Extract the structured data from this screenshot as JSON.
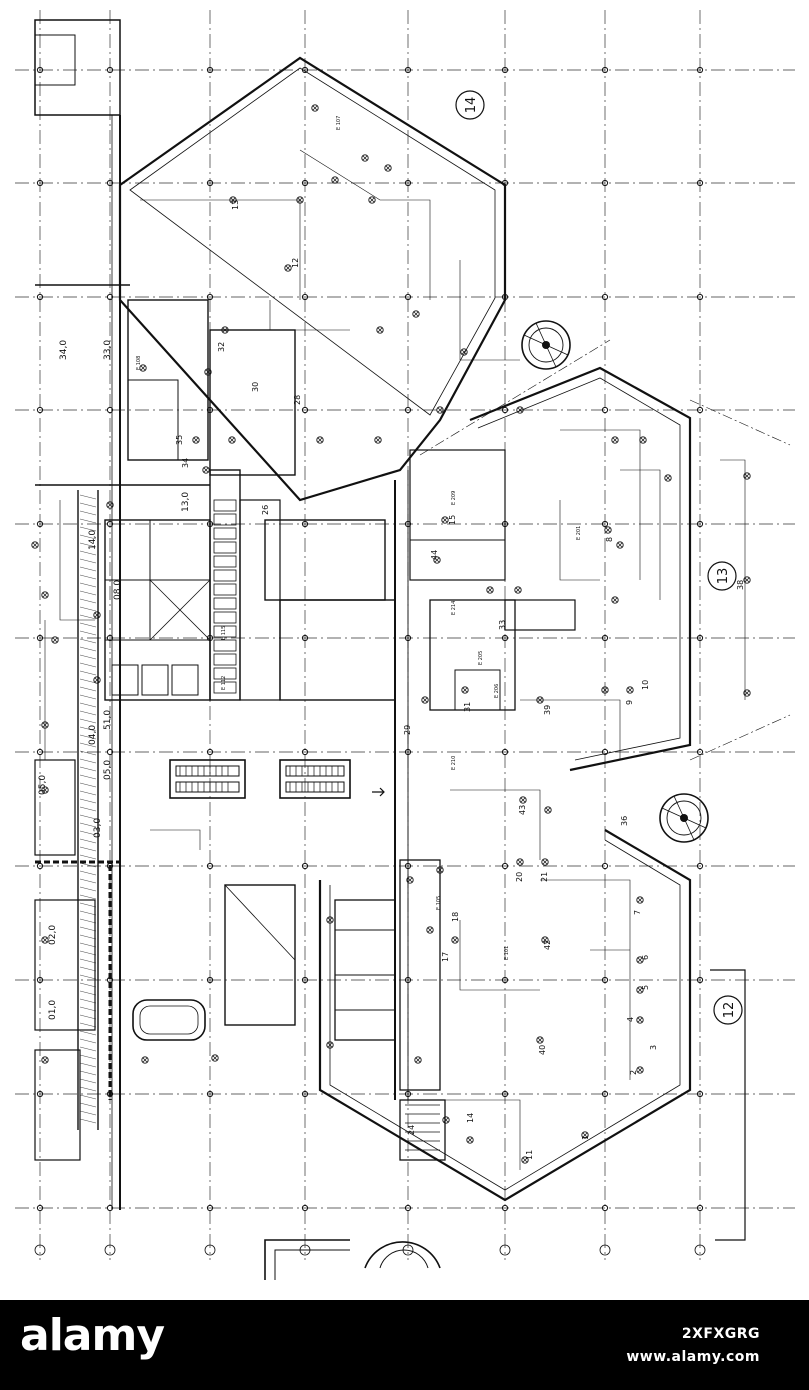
{
  "plan": {
    "zone_labels": [
      "14",
      "13",
      "12"
    ],
    "room_codes": [
      "E 101",
      "E 105",
      "E 108",
      "E 107",
      "E 112",
      "E 115",
      "E 201",
      "E 205",
      "E 206",
      "E 209",
      "E 214",
      "E 210"
    ],
    "fixture_numbers": [
      "1",
      "2",
      "3",
      "4",
      "5",
      "6",
      "7",
      "8",
      "9",
      "10",
      "11",
      "12",
      "13",
      "14",
      "15",
      "17",
      "18",
      "20",
      "21",
      "24",
      "26",
      "28",
      "29",
      "30",
      "31",
      "32",
      "33",
      "34",
      "35",
      "36",
      "38",
      "39",
      "40",
      "42",
      "43",
      "44",
      "51"
    ],
    "edge_labels": [
      "34,0",
      "33,0",
      "04,0",
      "14,0",
      "08,0",
      "05,0",
      "03,0",
      "02,0",
      "01,0",
      "13,0",
      "05,0",
      "51,0"
    ],
    "colors": {
      "ink": "#111111",
      "paper": "#ffffff",
      "grid": "#333333",
      "footer": "#000000",
      "footer_text": "#ffffff"
    }
  },
  "footer": {
    "logo_text": "alamy",
    "image_id": "2XFXGRG",
    "site_url": "www.alamy.com"
  }
}
